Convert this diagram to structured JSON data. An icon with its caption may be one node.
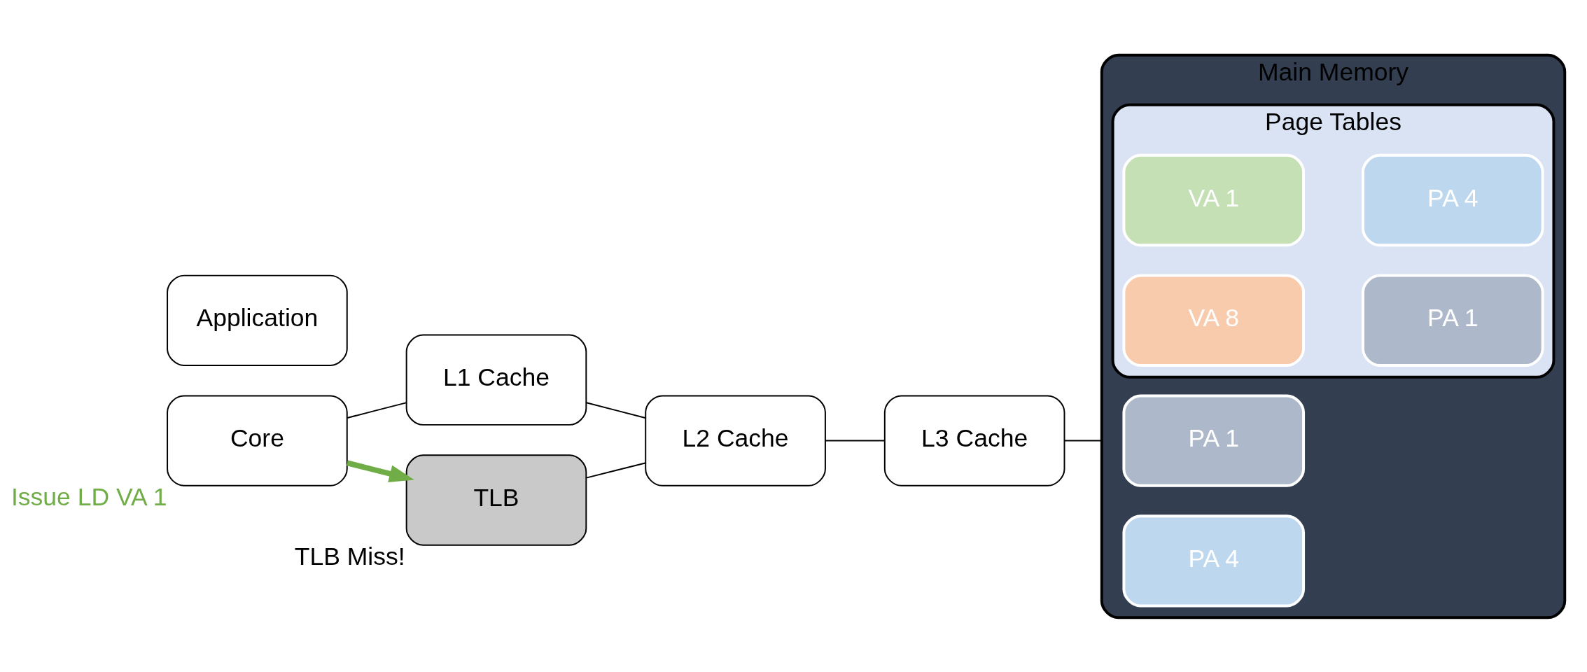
{
  "diagram": {
    "nodes": [
      {
        "text": [
          "Application"
        ]
      },
      {
        "text": [
          "Core"
        ],
        "beside": [
          "Issue LD VA 1"
        ]
      },
      {
        "text": [
          "L1 Cache"
        ]
      },
      {
        "text": [
          "L2 Cache"
        ]
      },
      {
        "text": [
          "L3 Cache"
        ]
      },
      {
        "text": [
          "TLB"
        ],
        "beside": [
          "TLB Miss!"
        ]
      },
      {
        "text": [
          "Main Memory"
        ]
      },
      {
        "text": [
          "PA 1"
        ],
        "in": 6
      },
      {
        "text": [
          "PA 4"
        ],
        "in": 6
      },
      {
        "text": [
          "Page Tables"
        ],
        "in": 6
      },
      {
        "text": [
          "VA 1"
        ],
        "in": 9
      },
      {
        "text": [
          "PA 4"
        ],
        "in": 9
      },
      {
        "text": [
          "VA 8"
        ],
        "in": 9
      },
      {
        "text": [
          "PA 1"
        ],
        "in": 9
      }
    ],
    "edges": [
      {
        "from": 1,
        "to": 2,
        "arrow": "none"
      },
      {
        "from": 2,
        "to": 3,
        "arrow": "none"
      },
      {
        "from": 3,
        "to": 4,
        "arrow": "none"
      },
      {
        "from": 4,
        "to": 6,
        "arrow": "none"
      },
      {
        "from": 1,
        "to": 5,
        "arrow": "to",
        "style": "thick",
        "color": "#70ad47"
      },
      {
        "from": 5,
        "to": 3,
        "arrow": "none"
      }
    ]
  }
}
